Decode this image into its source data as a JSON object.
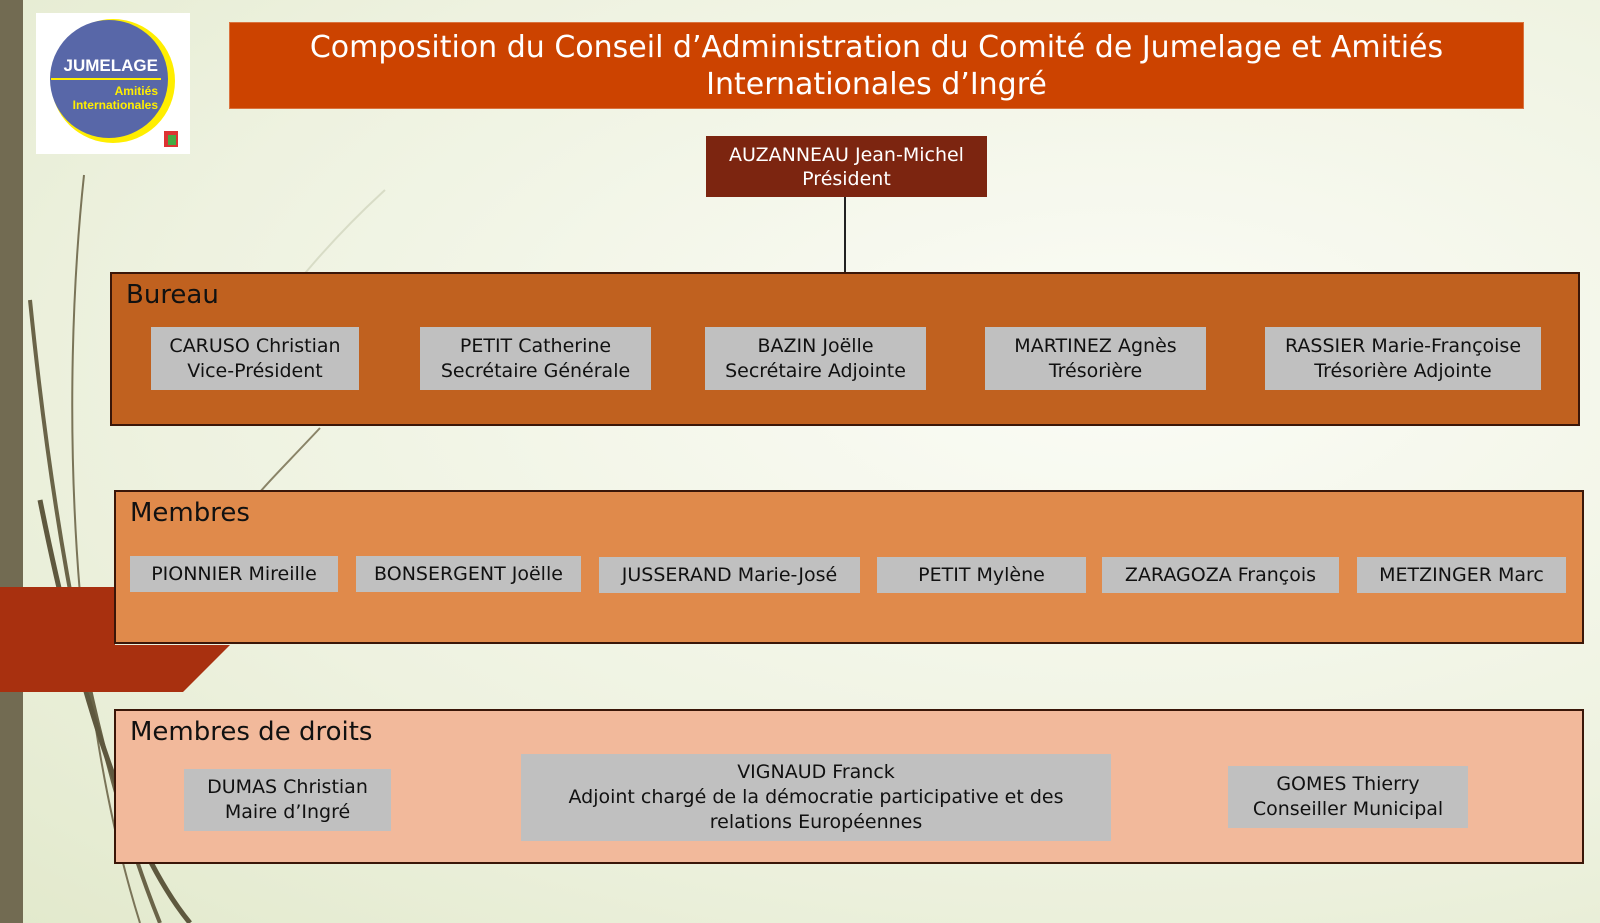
{
  "logo": {
    "title": "JUMELAGE",
    "subtitle_1": "Amitiés",
    "subtitle_2": "Internationales"
  },
  "title": {
    "line1": "Composition du Conseil d’Administration du Comité de Jumelage et Amitiés",
    "line2": "Internationales d’Ingré"
  },
  "president": {
    "name": "AUZANNEAU Jean-Michel",
    "role": "Président"
  },
  "bureau": {
    "heading": "Bureau",
    "members": [
      {
        "name": "CARUSO Christian",
        "role": "Vice-Président"
      },
      {
        "name": "PETIT Catherine",
        "role": "Secrétaire Générale"
      },
      {
        "name": "BAZIN Joëlle",
        "role": "Secrétaire Adjointe"
      },
      {
        "name": "MARTINEZ Agnès",
        "role": "Trésorière"
      },
      {
        "name": "RASSIER Marie-Françoise",
        "role": "Trésorière Adjointe"
      }
    ]
  },
  "membres": {
    "heading": "Membres",
    "members": [
      "PIONNIER Mireille",
      "BONSERGENT Joëlle",
      "JUSSERAND Marie-José",
      "PETIT Mylène",
      "ZARAGOZA François",
      "METZINGER Marc"
    ]
  },
  "droits": {
    "heading": "Membres de droits",
    "members": [
      {
        "name": "DUMAS Christian",
        "role": "Maire d’Ingré"
      },
      {
        "name": "VIGNAUD Franck",
        "role": "Adjoint chargé de la démocratie participative et des",
        "role2": "relations Européennes"
      },
      {
        "name": "GOMES Thierry",
        "role": "Conseiller Municipal"
      }
    ]
  }
}
